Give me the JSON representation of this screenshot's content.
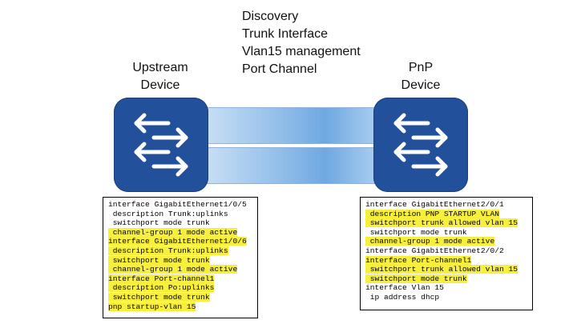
{
  "features": [
    "Discovery",
    "Trunk Interface",
    "Vlan15 management",
    "Port Channel"
  ],
  "upstream": {
    "label_line1": "Upstream",
    "label_line2": "Device"
  },
  "pnp": {
    "label_line1": "PnP",
    "label_line2": "Device"
  },
  "colors": {
    "switch": "#23509b",
    "highlight": "#f7ef3b",
    "link": "#8fbde9"
  },
  "upstream_config": [
    {
      "text": "interface GigabitEthernet1/0/5",
      "highlight": false
    },
    {
      "text": " description Trunk:uplinks",
      "highlight": false
    },
    {
      "text": " switchport mode trunk",
      "highlight": false
    },
    {
      "text": " channel-group 1 mode active",
      "highlight": true
    },
    {
      "text": "interface GigabitEthernet1/0/6",
      "highlight": true
    },
    {
      "text": " description Trunk:uplinks",
      "highlight": true
    },
    {
      "text": " switchport mode trunk",
      "highlight": true
    },
    {
      "text": " channel-group 1 mode active",
      "highlight": true
    },
    {
      "text": "interface Port-channel1",
      "highlight": true
    },
    {
      "text": " description Po:uplinks",
      "highlight": true
    },
    {
      "text": " switchport mode trunk",
      "highlight": true
    },
    {
      "text": "pnp startup-vlan 15",
      "highlight": true
    }
  ],
  "pnp_config": [
    {
      "text": "interface GigabitEthernet2/0/1",
      "highlight": false
    },
    {
      "text": " description PNP STARTUP VLAN",
      "highlight": true
    },
    {
      "text": " switchport trunk allowed vlan 15",
      "highlight": true
    },
    {
      "text": " switchport mode trunk",
      "highlight": false
    },
    {
      "text": " channel-group 1 mode active",
      "highlight": true
    },
    {
      "text": "interface GigabitEthernet2/0/2",
      "highlight": false
    },
    {
      "text": "interface Port-channel1",
      "highlight": true
    },
    {
      "text": " switchport trunk allowed vlan 15",
      "highlight": true
    },
    {
      "text": " switchport mode trunk",
      "highlight": true
    },
    {
      "text": "interface Vlan 15",
      "highlight": false
    },
    {
      "text": " ip address dhcp",
      "highlight": false
    }
  ]
}
